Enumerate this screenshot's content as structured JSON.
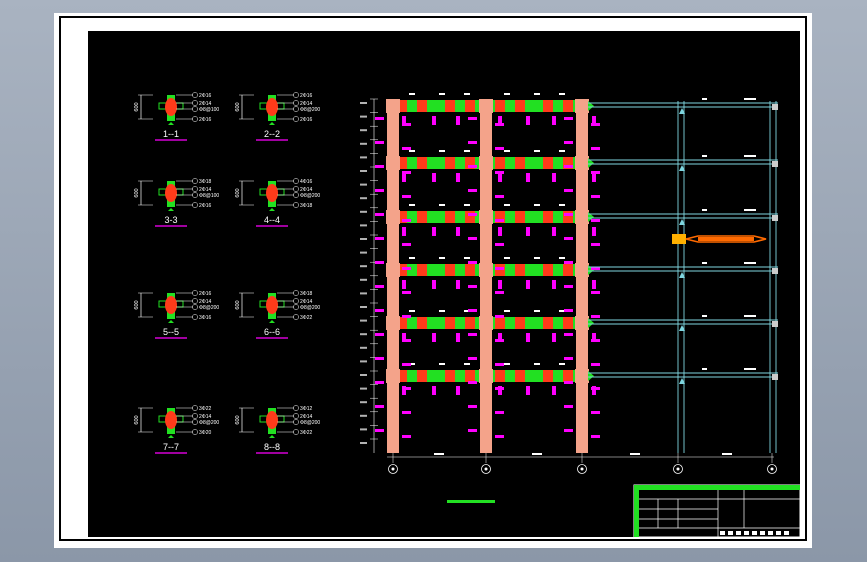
{
  "drawing": {
    "colors": {
      "paper": "#ffffff",
      "field": "#000000",
      "column": "#f4a38a",
      "beam": "#22e022",
      "joint": "#ff3b1a",
      "rebar_tag": "#ff00ff",
      "dim": "#ffffff",
      "frame_line": "#7fd6e0",
      "highlight": "#ff6a00"
    },
    "sections": [
      {
        "label": "1--1",
        "dim": "600",
        "bars": [
          "2Φ16",
          "2Φ14",
          "Φ8@100",
          "2Φ16"
        ]
      },
      {
        "label": "2--2",
        "dim": "600",
        "bars": [
          "2Φ16",
          "2Φ14",
          "Φ8@200",
          "2Φ16"
        ]
      },
      {
        "label": "3-3",
        "dim": "600",
        "bars": [
          "3Φ18",
          "2Φ14",
          "Φ8@100",
          "2Φ16"
        ]
      },
      {
        "label": "4--4",
        "dim": "600",
        "bars": [
          "4Φ16",
          "2Φ14",
          "Φ8@200",
          "3Φ18"
        ]
      },
      {
        "label": "5--5",
        "dim": "600",
        "bars": [
          "2Φ16",
          "2Φ14",
          "Φ8@200",
          "3Φ16"
        ]
      },
      {
        "label": "6--6",
        "dim": "600",
        "bars": [
          "3Φ18",
          "2Φ14",
          "Φ8@200",
          "3Φ22"
        ]
      },
      {
        "label": "7--7",
        "dim": "600",
        "bars": [
          "3Φ22",
          "2Φ14",
          "Φ8@200",
          "3Φ20"
        ]
      },
      {
        "label": "8--8",
        "dim": "600",
        "bars": [
          "3Φ12",
          "2Φ14",
          "Φ8@200",
          "3Φ22"
        ]
      }
    ],
    "axes": [
      "A",
      "B",
      "C",
      "D",
      "E"
    ],
    "floors": 6
  }
}
